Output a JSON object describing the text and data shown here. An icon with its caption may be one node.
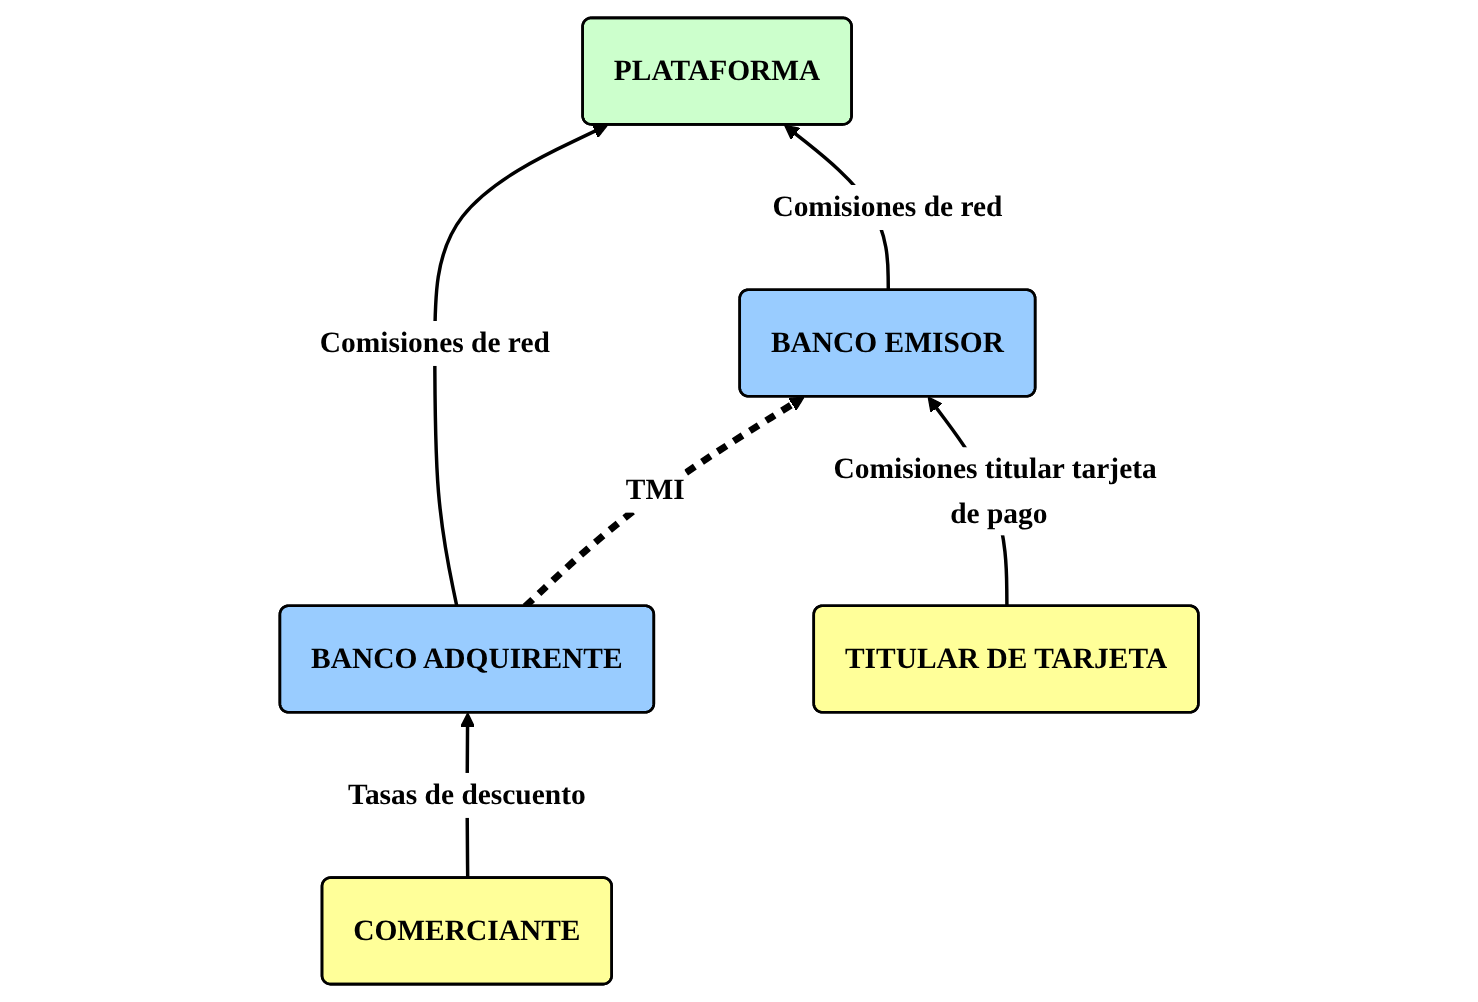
{
  "diagram": {
    "nodes": [
      {
        "text": [
          "PLATAFORMA"
        ]
      },
      {
        "text": [
          "BANCO EMISOR"
        ]
      },
      {
        "text": [
          "BANCO ADQUIRENTE"
        ]
      },
      {
        "text": [
          "TITULAR DE TARJETA"
        ]
      },
      {
        "text": [
          "COMERCIANTE"
        ]
      }
    ],
    "edges": [
      {
        "from": 1,
        "to": 0,
        "arrow": "to",
        "label": "Comisiones de red"
      },
      {
        "from": 2,
        "to": 0,
        "arrow": "to",
        "label": "Comisiones de red"
      },
      {
        "from": 2,
        "to": 1,
        "arrow": "to",
        "label": "TMI",
        "style": "dashed"
      },
      {
        "from": 3,
        "to": 1,
        "arrow": "to",
        "label": "Comisiones titular tarjeta de pago"
      },
      {
        "from": 4,
        "to": 2,
        "arrow": "to",
        "label": "Tasas de descuento"
      }
    ]
  }
}
